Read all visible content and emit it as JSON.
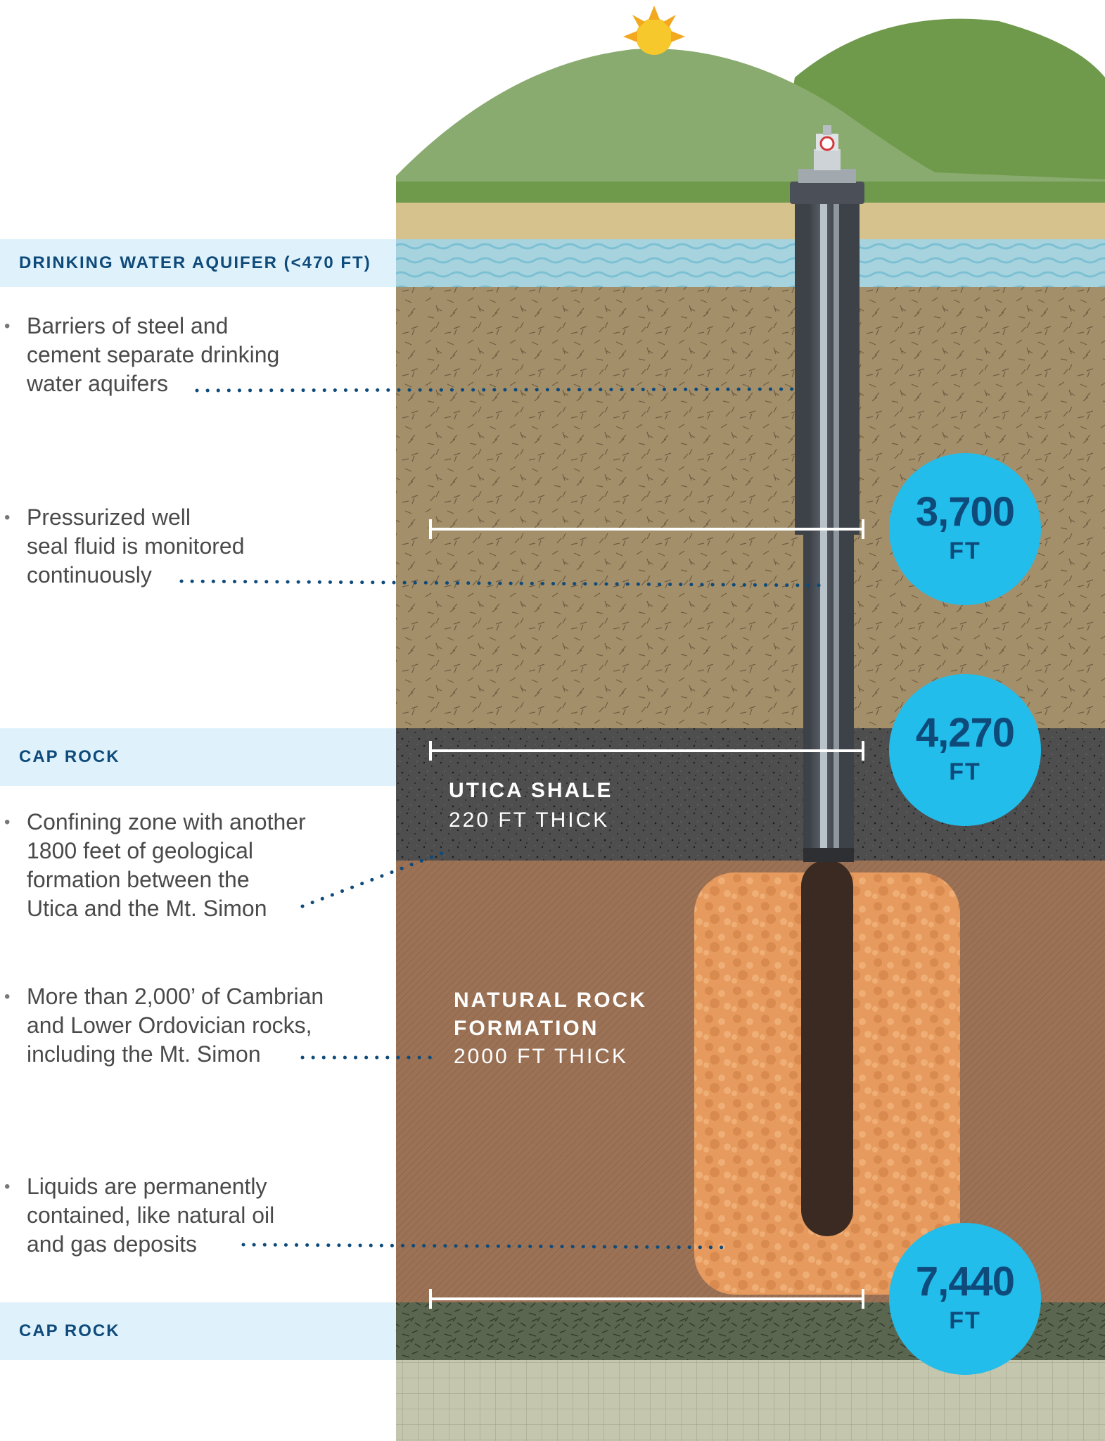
{
  "aquifer_label": "DRINKING WATER AQUIFER (<470 FT)",
  "cap_rock_upper": "CAP ROCK",
  "cap_rock_lower": "CAP ROCK",
  "bullets": [
    {
      "lines": [
        "Barriers of steel and",
        "cement separate drinking",
        "water aquifers"
      ]
    },
    {
      "lines": [
        "Pressurized well",
        "seal fluid is monitored",
        "continuously"
      ]
    },
    {
      "lines": [
        "Confining zone with another",
        "1800 feet of geological",
        "formation between the",
        "Utica and the Mt. Simon"
      ]
    },
    {
      "lines": [
        "More than 2,000’ of Cambrian",
        "and Lower Ordovician rocks,",
        "including the Mt. Simon"
      ]
    },
    {
      "lines": [
        "Liquids are permanently",
        "contained, like natural oil",
        "and gas deposits"
      ]
    }
  ],
  "utica": {
    "title": "UTICA SHALE",
    "subtitle": "220 FT THICK"
  },
  "natural_rock": {
    "title_line1": "NATURAL ROCK",
    "title_line2": "FORMATION",
    "subtitle": "2000 FT THICK"
  },
  "depths": [
    {
      "value": "3,700",
      "unit": "FT"
    },
    {
      "value": "4,270",
      "unit": "FT"
    },
    {
      "value": "7,440",
      "unit": "FT"
    }
  ],
  "colors": {
    "band_bg": "#dff2fb",
    "label_blue": "#0e4a7a",
    "depth_circle": "#22bdea",
    "hill_light": "#8aab6f",
    "hill_dark": "#6f9a4b",
    "grass": "#6f9a4b",
    "sand": "#d6c28c",
    "water": "#a7d3de",
    "soil": "#a48f6b",
    "shale": "#4e4e4e",
    "rock": "#9c7256",
    "reservoir": "#e69a5d",
    "lower_cap": "#5a6650",
    "basement": "#c4c7ad"
  }
}
